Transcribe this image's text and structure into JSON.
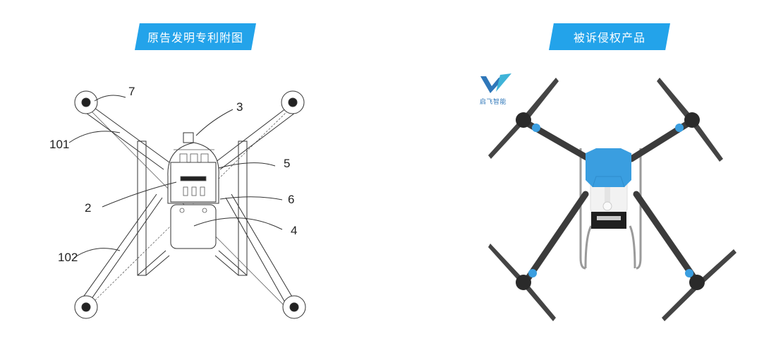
{
  "left_section": {
    "title": "原告发明专利附图",
    "callouts": [
      {
        "id": "7",
        "label": "7"
      },
      {
        "id": "3",
        "label": "3"
      },
      {
        "id": "101",
        "label": "101"
      },
      {
        "id": "5",
        "label": "5"
      },
      {
        "id": "2",
        "label": "2"
      },
      {
        "id": "6",
        "label": "6"
      },
      {
        "id": "4",
        "label": "4"
      },
      {
        "id": "102",
        "label": "102"
      }
    ],
    "image_description": "Line drawing of a quadcopter drone, top view, with numbered part callouts"
  },
  "right_section": {
    "title": "被诉侵权产品",
    "logo_text": "启飞智能",
    "image_description": "Photo of a blue and white agricultural quadcopter drone with carbon-fiber arms and two-blade propellers, top view"
  },
  "colors": {
    "banner": "#23a3ea",
    "drone_shell": "#3a9ee0",
    "drone_arm": "#3b3b3b",
    "logo": "#2f77b9"
  }
}
